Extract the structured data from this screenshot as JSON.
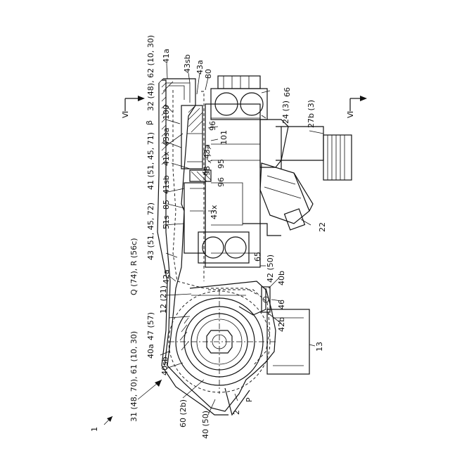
{
  "figure": {
    "labels": {
      "l_1": "1",
      "l_2": "2",
      "l_12": "12 (21)",
      "l_13": "13",
      "l_22": "22",
      "l_24": "24 (3)",
      "l_27b": "27b (3)",
      "l_31": "31 (48, 70), 61 (10, 30)",
      "l_32": "32 (48), 62 (10, 30)",
      "l_40": "40 (50)",
      "l_40a": "40a",
      "l_40b": "40b",
      "l_40sb": "40sb",
      "l_41": "41 (51, 45, 71)",
      "l_41a": "41a",
      "l_41sb": "41sb",
      "l_41x": "41x",
      "l_42": "42 (50)",
      "l_42a": "42a",
      "l_42b": "42b",
      "l_43": "43 (51, 45, 72)",
      "l_43a_top": "43a",
      "l_43a_mid": "43a",
      "l_43sa": "43sa",
      "l_43sb": "43sb",
      "l_43x": "43x",
      "l_46": "46",
      "l_47": "47 (57)",
      "l_51s": "51s",
      "l_60": "60 (2b)",
      "l_65": "65",
      "l_66": "66",
      "l_80": "80",
      "l_85": "85",
      "l_95": "95",
      "l_96a": "96",
      "l_96b": "96",
      "l_98": "98",
      "l_100": "100",
      "l_101": "101",
      "l_qr": "Q (74), R (56c)",
      "l_p": "P",
      "l_beta": "β",
      "l_vi_left": "Ⅵ",
      "l_vi_right": "Ⅵ"
    }
  }
}
